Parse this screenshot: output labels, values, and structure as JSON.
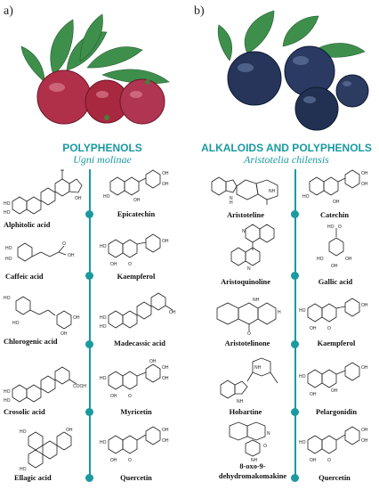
{
  "panels": [
    {
      "letter": "a)",
      "heading": "POLYPHENOLS",
      "species": "Ugni molinae",
      "left_compounds": [
        "Alphitolic acid",
        "Caffeic acid",
        "Chlorogenic acid",
        "Crosolic acid",
        "Ellagic acid"
      ],
      "right_compounds": [
        "Epicatechin",
        "Kaempferol",
        "Madecassic acid",
        "Myricetin",
        "Quercetin"
      ]
    },
    {
      "letter": "b)",
      "heading": "ALKALOIDS AND POLYPHENOLS",
      "species": "Aristotelia chilensis",
      "left_compounds": [
        "Aristoteline",
        "Aristoquinoline",
        "Aristotelinone",
        "Hobartine",
        "8-oxo-9-",
        "dehydromakomakine"
      ],
      "right_compounds": [
        "Catechin",
        "Gallic acid",
        "Kaempferol",
        "Pelargonidin",
        "Quercetin"
      ]
    }
  ],
  "colors": {
    "accent": "#1a9aa0",
    "berry_red": "#b0304a",
    "berry_blue": "#27355a",
    "leaf": "#3e8f4c"
  }
}
